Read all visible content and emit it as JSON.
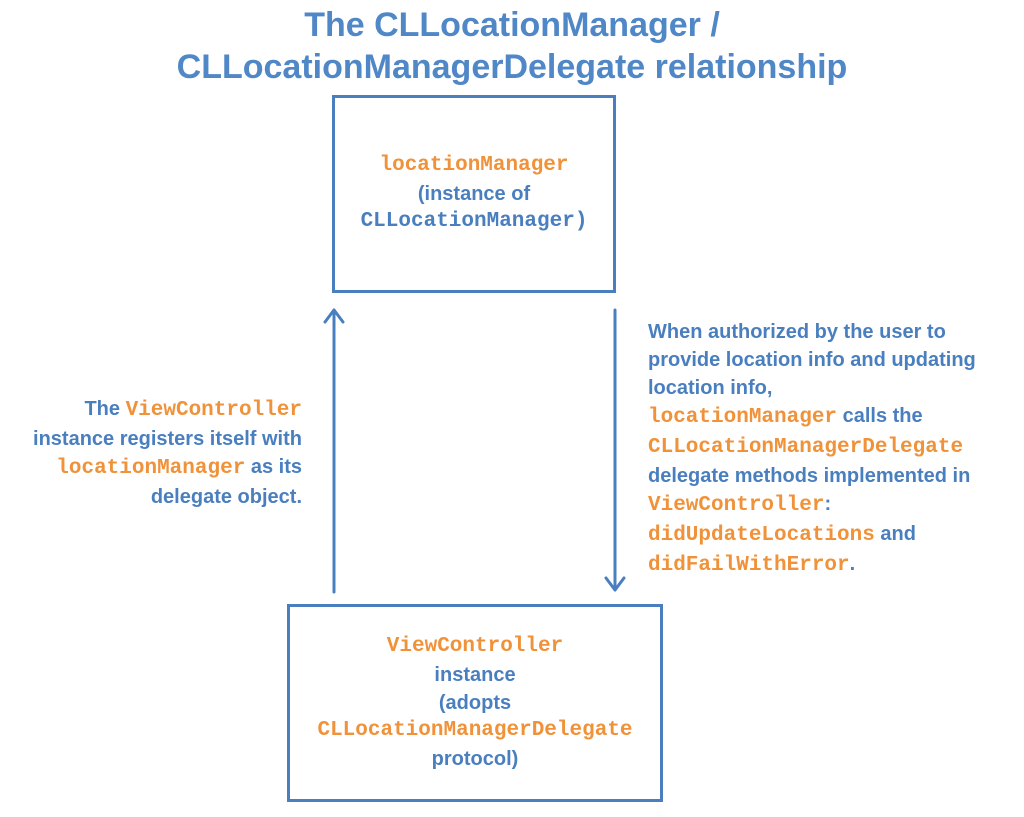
{
  "title": {
    "line1": "The CLLocationManager /",
    "line2": "CLLocationManagerDelegate relationship"
  },
  "top_box": {
    "name": "locationManager",
    "line2": "(instance of",
    "line3": "CLLocationManager)"
  },
  "bottom_box": {
    "name": "ViewController",
    "line2": "instance",
    "line3": "(adopts",
    "protocol": "CLLocationManagerDelegate",
    "line5": "protocol)"
  },
  "left_text": {
    "p1": "The ",
    "c1": "ViewController",
    "p2": "instance registers itself with",
    "c2": "locationManager",
    "p3": " as its",
    "p4": "delegate object."
  },
  "right_text": {
    "p1": "When authorized by the user to",
    "p2": "provide location info and updating",
    "p3": "location info,",
    "c1": "locationManager",
    "p4": " calls the",
    "c2": "CLLocationManagerDelegate",
    "p5": "delegate methods implemented in",
    "c3": "ViewController",
    "p6": ":",
    "c4": "didUpdateLocations",
    "p7": " and",
    "c5": "didFailWithError",
    "p8": "."
  },
  "colors": {
    "primary": "#4a7fbf",
    "code": "#f0923a"
  }
}
